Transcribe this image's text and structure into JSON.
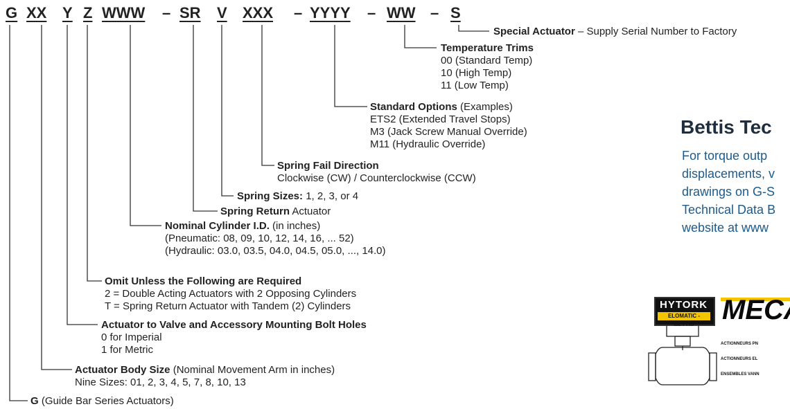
{
  "code": {
    "segments": [
      "G",
      "XX",
      "Y",
      "Z",
      "WWW",
      "SR",
      "V",
      "XXX",
      "YYYY",
      "WW",
      "S"
    ],
    "separator": "–"
  },
  "legend": {
    "special": {
      "title": "Special Actuator",
      "rest": " – Supply Serial Number to Factory"
    },
    "temperature": {
      "title": "Temperature Trims",
      "lines": [
        "00 (Standard Temp)",
        "10 (High Temp)",
        "11 (Low Temp)"
      ]
    },
    "options": {
      "title": "Standard Options",
      "rest": " (Examples)",
      "lines": [
        "ETS2 (Extended Travel Stops)",
        "M3 (Jack Screw Manual Override)",
        "M11 (Hydraulic Override)"
      ]
    },
    "fail": {
      "title": "Spring Fail Direction",
      "lines": [
        "Clockwise (CW) / Counterclockwise (CCW)"
      ]
    },
    "spring_sizes": {
      "title": "Spring Sizes:",
      "rest": " 1, 2, 3, or 4"
    },
    "spring_return": {
      "title": "Spring Return",
      "rest": " Actuator"
    },
    "cylinder": {
      "title": "Nominal Cylinder I.D.",
      "rest": " (in inches)",
      "lines": [
        "(Pneumatic: 08, 09, 10, 12, 14, 16, ... 52)",
        "(Hydraulic: 03.0, 03.5, 04.0, 04.5, 05.0, ..., 14.0)"
      ]
    },
    "omit": {
      "title": "Omit Unless the Following are Required",
      "lines": [
        "2 = Double Acting Actuators with 2 Opposing Cylinders",
        "T = Spring Return Actuator with Tandem (2) Cylinders"
      ]
    },
    "mounting": {
      "title": "Actuator to Valve and Accessory Mounting Bolt Holes",
      "lines": [
        "0 for Imperial",
        "1 for Metric"
      ]
    },
    "body": {
      "title": "Actuator Body Size",
      "rest": " (Nominal Movement Arm in inches)",
      "lines": [
        "Nine Sizes: 01, 2, 3, 4, 5, 7, 8, 10, 13"
      ]
    },
    "series": {
      "title": "G",
      "rest": " (Guide Bar Series Actuators)"
    }
  },
  "sidebar": {
    "title": "Bettis Tec",
    "lines": [
      "For torque outp",
      "displacements, v",
      "drawings on G-S",
      "Technical Data B",
      "website at www"
    ]
  },
  "logo": {
    "hytork": "HYTORK",
    "hytork_sub": "ELOMATIC - BETTIS",
    "meca": "MECA",
    "meca_lines": [
      "ACTIONNEURS PN",
      "ACTIONNEURS EL",
      "ENSEMBLES VANN"
    ]
  },
  "colors": {
    "text": "#222222",
    "sidebar_title": "#1f2d3d",
    "sidebar_body": "#1d5a8c",
    "accent_yellow": "#f2c500"
  }
}
